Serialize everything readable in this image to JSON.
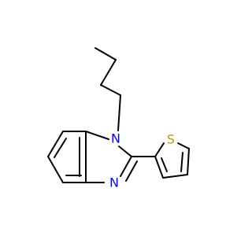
{
  "molecule": {
    "atoms": [
      {
        "id": "N1",
        "symbol": "N",
        "color": "#0000ff"
      },
      {
        "id": "N3",
        "symbol": "N",
        "color": "#0000ff"
      },
      {
        "id": "S1",
        "symbol": "S",
        "color": "#b8a000"
      }
    ]
  }
}
